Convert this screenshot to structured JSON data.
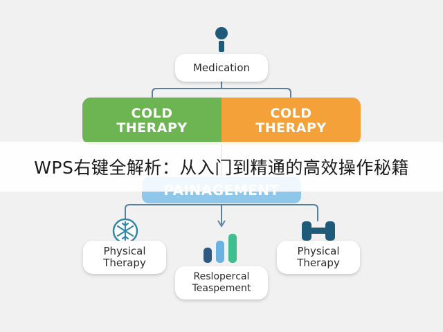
{
  "diagram": {
    "root": {
      "label": "Medication"
    },
    "therapies": [
      {
        "label_line1": "COLD",
        "label_line2": "THERAPY",
        "color": "#6db552"
      },
      {
        "label_line1": "COLD",
        "label_line2": "THERAPY",
        "color": "#f4a13a"
      }
    ],
    "hub": {
      "label": "PAINAGEMENT",
      "color": "#8fc7ea"
    },
    "leaves": [
      {
        "line1": "Physical",
        "line2": "Therapy",
        "icon": "snowflake-icon"
      },
      {
        "line1": "Resloperсal",
        "line2": "Teaspement",
        "icon": "bar-chart-icon"
      },
      {
        "line1": "Physical",
        "line2": "Therapy",
        "icon": "dumbbell-icon"
      }
    ]
  },
  "banner": {
    "text": "WPS右键全解析：从入门到精通的高效操作秘籍"
  },
  "colors": {
    "navy": "#1f5a7a",
    "teal": "#2e86a8",
    "connector": "#5a7f9a"
  }
}
